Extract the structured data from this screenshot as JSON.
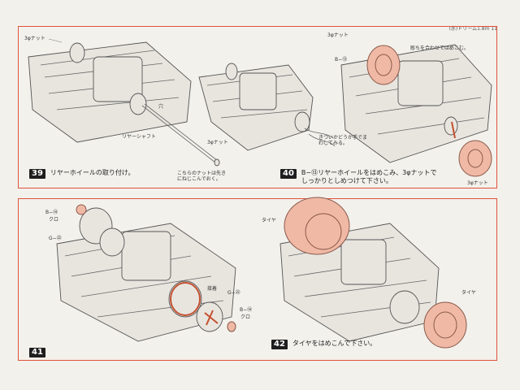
{
  "header": {
    "text": "(赤)ドリーム1.8m 11"
  },
  "steps": [
    {
      "number": "39",
      "caption": "リヤーホイールの取り付け。"
    },
    {
      "number": "40",
      "caption": "B−⑬リヤーホイールをはめこみ、3φナットでしっかりとしめつけて下さい。"
    },
    {
      "number": "41",
      "caption": ""
    },
    {
      "number": "42",
      "caption": "タイヤをはめこんで下さい。"
    }
  ],
  "labels": {
    "nut_39a": "3φナット",
    "hole": "穴",
    "rear_shaft": "リヤーシャフト",
    "nut_39b": "3φナット",
    "note_39": "こちらのナットは先きにねじこんでおく。",
    "note_40_check": "きついかどうか手でまわしてみる。",
    "nut_40a": "3φナット",
    "b13_40": "B−⑬",
    "note_40_align": "彫ちを合わせてはめこむ。",
    "nut_40b": "3φナット",
    "b14_41a": "B−⑭",
    "kuro_41a": "クロ",
    "g22_41a": "G−㉒",
    "adhesive": "接着",
    "g22_41b": "G−㉒",
    "b14_41b": "B−⑭",
    "kuro_41b": "クロ",
    "tire_42a": "タイヤ",
    "tire_42b": "タイヤ"
  }
}
